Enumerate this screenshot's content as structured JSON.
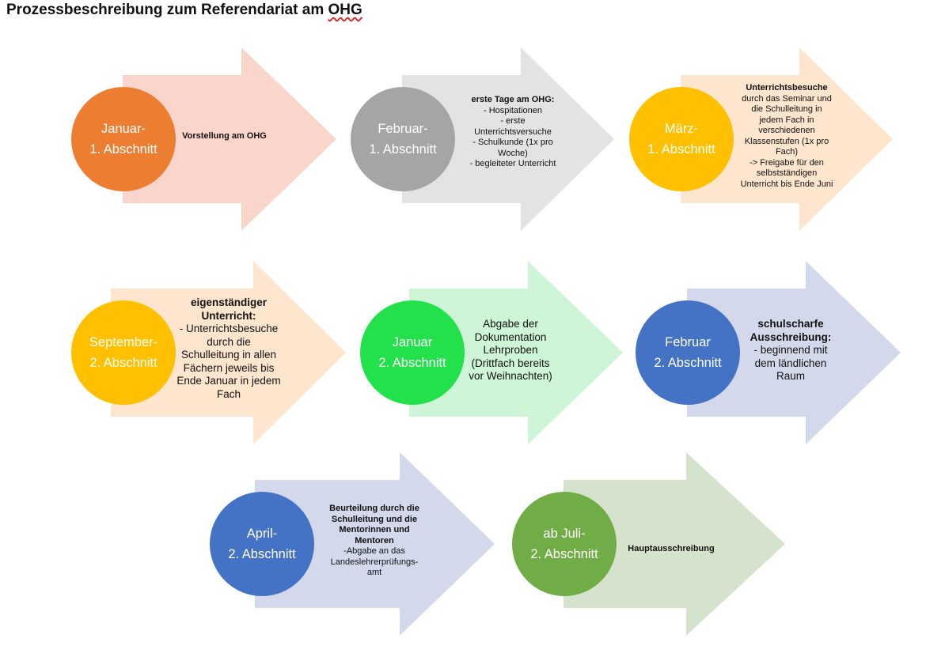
{
  "title": {
    "prefix": "Prozessbeschreibung zum Referendariat am ",
    "highlight": "OHG"
  },
  "colors": {
    "orange_circle": "#ED7D31",
    "orange_arrow": "#F9D5CC",
    "gray_circle": "#A5A5A5",
    "gray_arrow": "#E3E3E3",
    "yellow_circle": "#FFC000",
    "yellow_arrow": "#FDE5CE",
    "green_circle": "#22E14A",
    "green_arrow": "#CEF5D6",
    "blue_circle": "#4472C4",
    "blue_arrow": "#D3D8EB",
    "olive_circle": "#70AD47",
    "olive_arrow": "#D6E3CC"
  },
  "steps": [
    {
      "circle": [
        "Januar-",
        "1. Abschnitt"
      ],
      "lines": [
        {
          "t": "Vorstellung am OHG",
          "b": true
        }
      ]
    },
    {
      "circle": [
        "Februar-",
        "1. Abschnitt"
      ],
      "lines": [
        {
          "t": "erste Tage am OHG:",
          "b": true
        },
        {
          "t": "- Hospitationen"
        },
        {
          "t": "- erste"
        },
        {
          "t": "Unterrichtsversuche"
        },
        {
          "t": "- Schulkunde (1x pro"
        },
        {
          "t": "Woche)"
        },
        {
          "t": "- begleiteter Unterricht"
        }
      ]
    },
    {
      "circle": [
        "März-",
        "1. Abschnitt"
      ],
      "lines": [
        {
          "t": "Unterrichtsbesuche",
          "b": true
        },
        {
          "t": "durch das Seminar und"
        },
        {
          "t": "die Schulleitung in"
        },
        {
          "t": "jedem Fach in"
        },
        {
          "t": "verschiedenen"
        },
        {
          "t": "Klassenstufen (1x pro"
        },
        {
          "t": "Fach)"
        },
        {
          "t": "-> Freigabe für den"
        },
        {
          "t": "selbstständigen"
        },
        {
          "t": "Unterricht bis Ende Juni"
        }
      ]
    },
    {
      "circle": [
        "September-",
        "2. Abschnitt"
      ],
      "lines": [
        {
          "t": "eigenständiger",
          "b": true
        },
        {
          "t": "Unterricht:",
          "b": true
        },
        {
          "t": "- Unterrichtsbesuche"
        },
        {
          "t": "durch die"
        },
        {
          "t": "Schulleitung in allen"
        },
        {
          "t": "Fächern jeweils bis"
        },
        {
          "t": "Ende Januar in jedem"
        },
        {
          "t": "Fach"
        }
      ]
    },
    {
      "circle": [
        "Januar",
        "2. Abschnitt"
      ],
      "lines": [
        {
          "t": "Abgabe der"
        },
        {
          "t": "Dokumentation"
        },
        {
          "t": "Lehrproben"
        },
        {
          "t": "(Drittfach bereits"
        },
        {
          "t": "vor Weihnachten)"
        }
      ]
    },
    {
      "circle": [
        "Februar",
        "2. Abschnitt"
      ],
      "lines": [
        {
          "t": "schulscharfe",
          "b": true
        },
        {
          "t": "Ausschreibung:",
          "b": true
        },
        {
          "t": "- beginnend mit"
        },
        {
          "t": "dem ländlichen"
        },
        {
          "t": "Raum"
        }
      ]
    },
    {
      "circle": [
        "April-",
        "2. Abschnitt"
      ],
      "lines": [
        {
          "t": "Beurteilung durch die",
          "b": true
        },
        {
          "t": "Schulleitung und die",
          "b": true
        },
        {
          "t": "Mentorinnen und",
          "b": true
        },
        {
          "t": "Mentoren",
          "b": true
        },
        {
          "t": "-Abgabe an das"
        },
        {
          "t": "Landeslehrerprüfungs-"
        },
        {
          "t": "amt"
        }
      ]
    },
    {
      "circle": [
        "ab Juli-",
        "2. Abschnitt"
      ],
      "lines": [
        {
          "t": "Hauptausschreibung",
          "b": true
        }
      ]
    }
  ]
}
